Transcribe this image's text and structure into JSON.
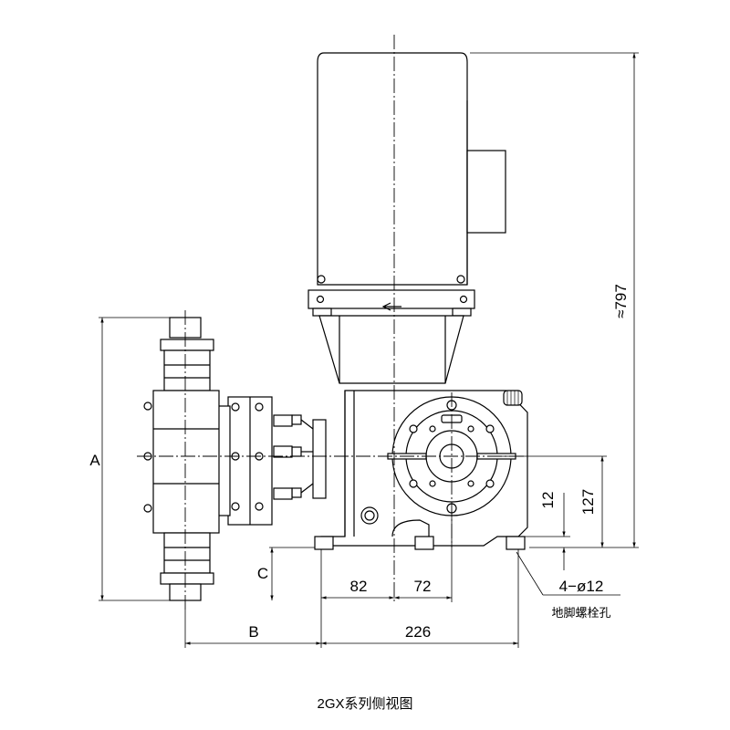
{
  "caption": "2GX系列侧视图",
  "dimensions": {
    "A": "A",
    "B": "B",
    "C": "C",
    "d82": "82",
    "d72": "72",
    "d226": "226",
    "d12": "12",
    "d127": "127",
    "d797": "≈797",
    "holes": "4−ø12"
  },
  "notes": {
    "holes_label": "地脚螺栓孔"
  }
}
